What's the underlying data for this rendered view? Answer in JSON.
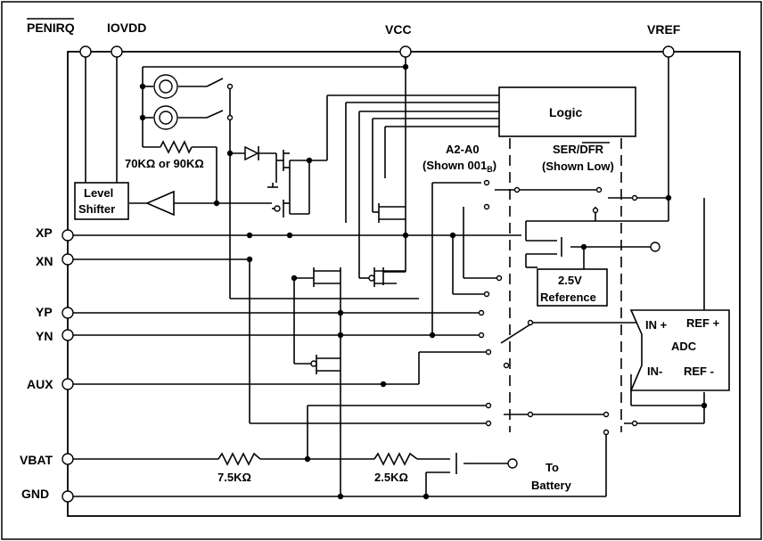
{
  "top_pins": {
    "penirq": "PENIRQ",
    "iovdd": "IOVDD",
    "vcc": "VCC",
    "vref": "VREF"
  },
  "left_pins": {
    "xp": "XP",
    "xn": "XN",
    "yp": "YP",
    "yn": "YN",
    "aux": "AUX",
    "vbat": "VBAT",
    "gnd": "GND"
  },
  "blocks": {
    "logic": "Logic",
    "level_shifter_line1": "Level",
    "level_shifter_line2": "Shifter",
    "reference_line1": "2.5V",
    "reference_line2": "Reference",
    "adc": "ADC",
    "adc_in_plus": "IN +",
    "adc_in_minus": "IN-",
    "adc_ref_plus": "REF +",
    "adc_ref_minus": "REF -"
  },
  "labels": {
    "resistor_pullup": "70KΩ  or 90KΩ",
    "a2_a0_line1": "A2-A0",
    "a2_a0_line2": "(Shown 001",
    "a2_a0_sub": "B",
    "a2_a0_close": ")",
    "ser_dfr_ser": "SER/",
    "ser_dfr_dfr": "DFR",
    "ser_dfr_line2": "(Shown Low)",
    "r_vbat_1": "7.5KΩ",
    "r_vbat_2": "2.5KΩ",
    "to_battery_line1": "To",
    "to_battery_line2": "Battery"
  }
}
